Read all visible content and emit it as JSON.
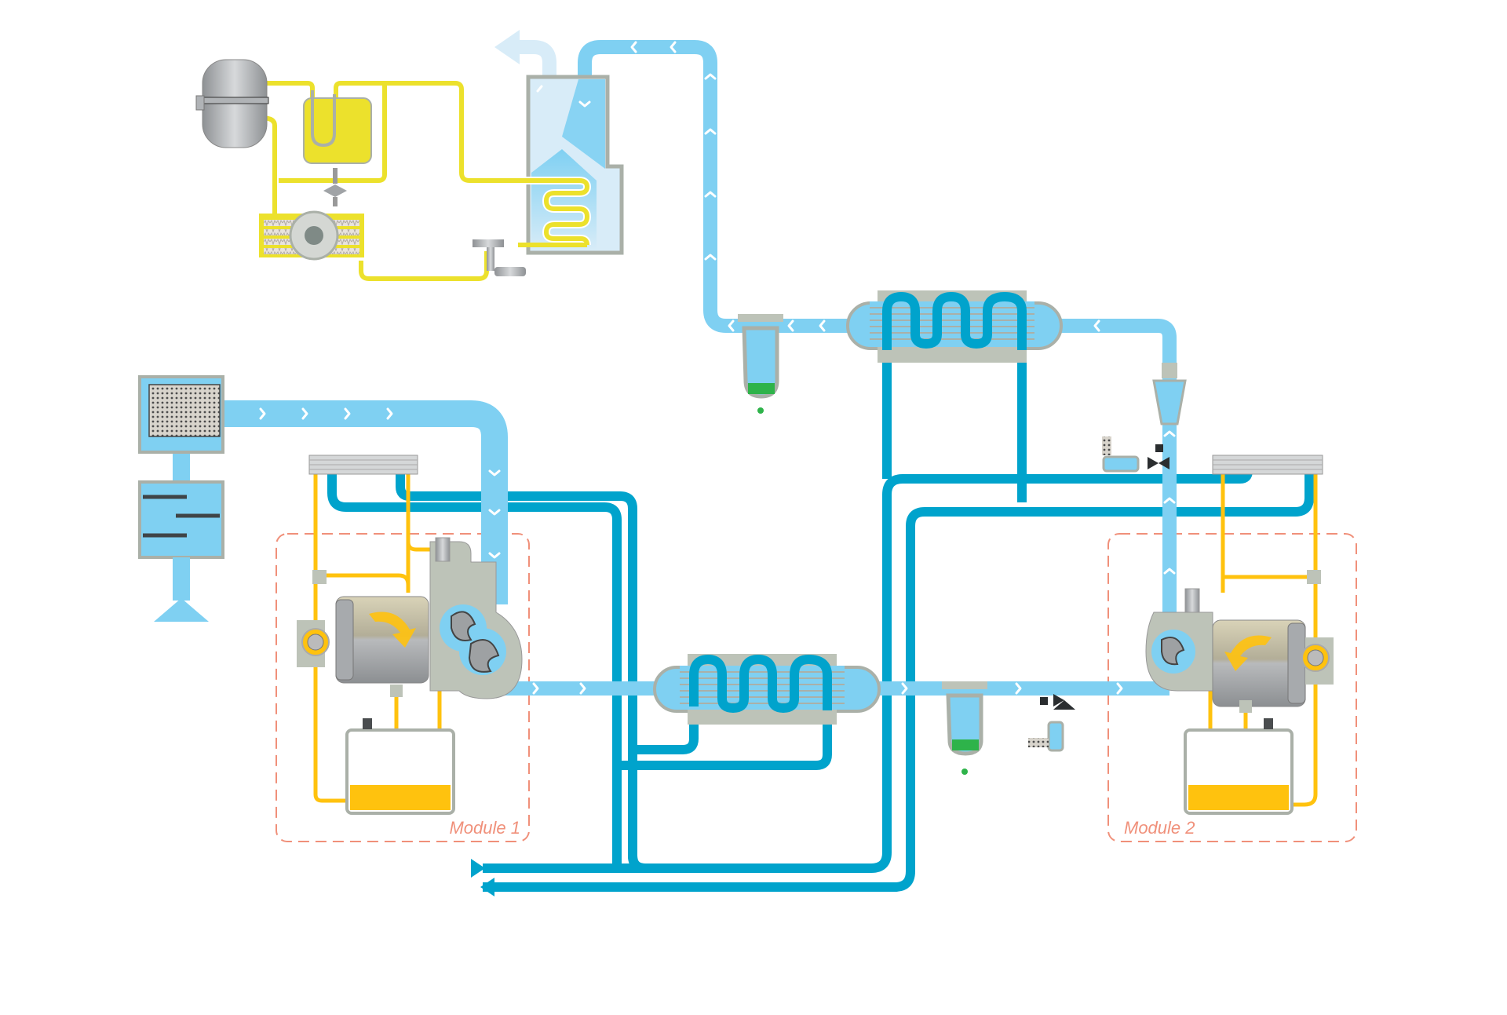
{
  "diagram": {
    "title": "Oil-injected twin-module screw compressor with integrated refrigerant dryer",
    "modules": [
      {
        "id": "module-1",
        "label": "Module 1"
      },
      {
        "id": "module-2",
        "label": "Module 2"
      }
    ],
    "colors": {
      "air": "#7fd0f2",
      "dry_air": "#d8ecf8",
      "cooling_water": "#00a3cc",
      "refrigerant": "#ece12c",
      "oil": "#ffc20e",
      "condensate": "#2eb34a",
      "module_border": "#f0907a",
      "housing": "#bdc3b8"
    },
    "components": [
      {
        "name": "inlet-air-filter",
        "circuit": "air"
      },
      {
        "name": "inlet-silencer",
        "circuit": "air"
      },
      {
        "name": "screw-element",
        "circuit": "air",
        "count": 2
      },
      {
        "name": "oil-cooler",
        "circuit": "oil",
        "count": 2
      },
      {
        "name": "oil-sump",
        "circuit": "oil",
        "count": 2
      },
      {
        "name": "oil-pump",
        "circuit": "oil",
        "count": 2
      },
      {
        "name": "intercooler",
        "circuit": "cooling_water"
      },
      {
        "name": "aftercooler",
        "circuit": "cooling_water"
      },
      {
        "name": "water-separator",
        "circuit": "condensate",
        "count": 2
      },
      {
        "name": "blow-off-valve",
        "circuit": "air",
        "count": 2
      },
      {
        "name": "non-return-valve",
        "circuit": "air"
      },
      {
        "name": "dryer-heat-exchanger",
        "circuit": "refrigerant"
      },
      {
        "name": "refrigerant-compressor",
        "circuit": "refrigerant"
      },
      {
        "name": "refrigerant-condenser-fan",
        "circuit": "refrigerant"
      },
      {
        "name": "liquid-separator",
        "circuit": "refrigerant"
      },
      {
        "name": "expansion-valve",
        "circuit": "refrigerant"
      },
      {
        "name": "hot-gas-bypass-valve",
        "circuit": "refrigerant"
      }
    ]
  }
}
